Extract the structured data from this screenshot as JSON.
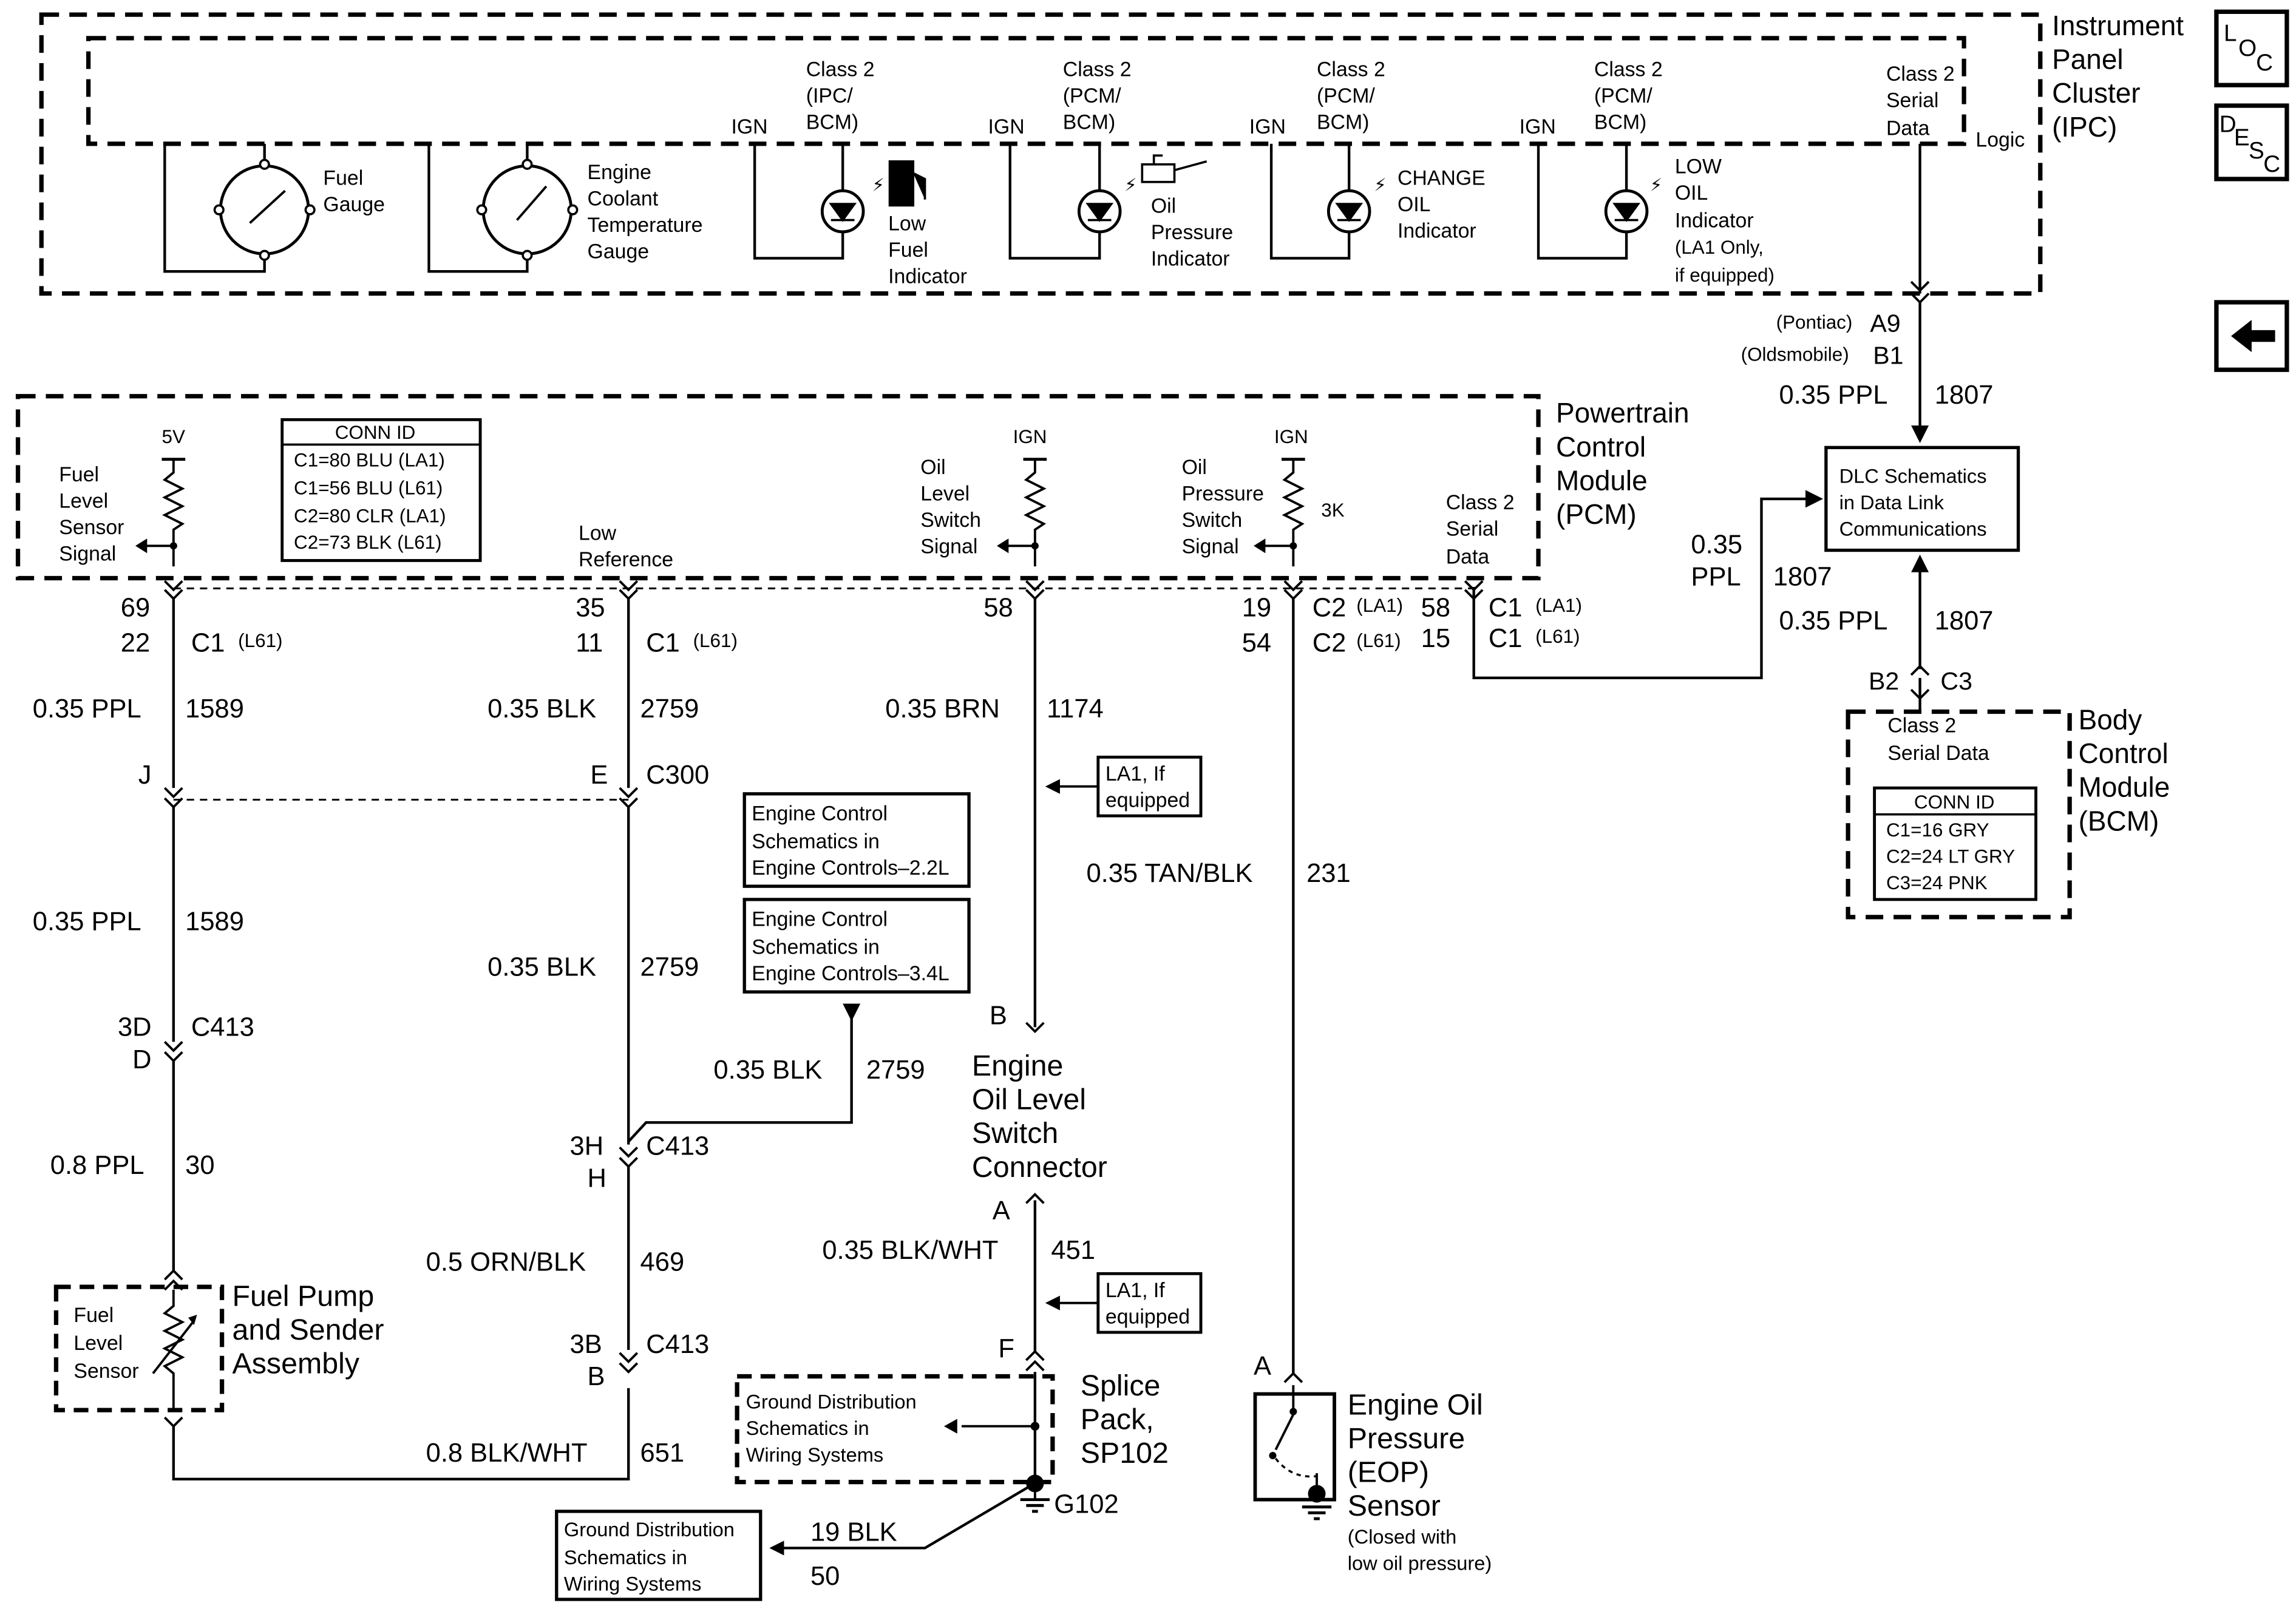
{
  "nav": {
    "loc_top": "L",
    "loc_sub": "O",
    "loc_sub2": "C",
    "desc_top": "D",
    "desc_sub": "E",
    "desc_sub2": "S",
    "desc_sub3": "C",
    "back_icon": "left-arrow-icon"
  },
  "ipc": {
    "title": [
      "Instrument",
      "Panel",
      "Cluster",
      "(IPC)"
    ],
    "fuel_gauge": [
      "Fuel",
      "Gauge"
    ],
    "coolant_gauge": [
      "Engine",
      "Coolant",
      "Temperature",
      "Gauge"
    ],
    "ign": "IGN",
    "low_fuel_class": [
      "Class 2",
      "(IPC/",
      "BCM)"
    ],
    "low_fuel": [
      "Low",
      "Fuel",
      "Indicator"
    ],
    "oil_press_class": [
      "Class 2",
      "(PCM/",
      "BCM)"
    ],
    "oil_press": [
      "Oil",
      "Pressure",
      "Indicator"
    ],
    "change_oil_class": [
      "Class 2",
      "(PCM/",
      "BCM)"
    ],
    "change_oil": [
      "CHANGE",
      "OIL",
      "Indicator"
    ],
    "low_oil_class": [
      "Class 2",
      "(PCM/",
      "BCM)"
    ],
    "low_oil": [
      "LOW",
      "OIL",
      "Indicator",
      "(LA1 Only,",
      "if equipped)"
    ],
    "serial": [
      "Class 2",
      "Serial",
      "Data"
    ],
    "logic": "Logic"
  },
  "ipc_connector": {
    "pontiac": "(Pontiac)",
    "pontiac_pin": "A9",
    "olds": "(Oldsmobile)",
    "olds_pin": "B1",
    "wire": "0.35 PPL",
    "circuit": "1807"
  },
  "dlc": {
    "label": [
      "DLC Schematics",
      "in Data Link",
      "Communications"
    ],
    "left_wire": [
      "0.35",
      "PPL"
    ],
    "left_circuit": "1807",
    "bottom_wire": "0.35 PPL",
    "bottom_circuit": "1807"
  },
  "bcm": {
    "title": [
      "Body",
      "Control",
      "Module",
      "(BCM)"
    ],
    "pin_b2": "B2",
    "pin_c3": "C3",
    "serial": [
      "Class 2",
      "Serial Data"
    ],
    "conn_id_title": "CONN ID",
    "conn_ids": [
      "C1=16 GRY",
      "C2=24 LT GRY",
      "C3=24 PNK"
    ]
  },
  "pcm": {
    "title": [
      "Powertrain",
      "Control",
      "Module",
      "(PCM)"
    ],
    "conn_id_title": "CONN ID",
    "conn_ids": [
      "C1=80 BLU (LA1)",
      "C1=56 BLU (L61)",
      "C2=80 CLR (LA1)",
      "C2=73 BLK (L61)"
    ],
    "v5": "5V",
    "fuel_signal": [
      "Fuel",
      "Level",
      "Sensor",
      "Signal"
    ],
    "low_ref": [
      "Low",
      "Reference"
    ],
    "ign": "IGN",
    "oil_level_signal": [
      "Oil",
      "Level",
      "Switch",
      "Signal"
    ],
    "oil_press_signal": [
      "Oil",
      "Pressure",
      "Switch",
      "Signal"
    ],
    "k3": "3K",
    "serial": [
      "Class 2",
      "Serial",
      "Data"
    ]
  },
  "pins": {
    "fuel_a": "69",
    "fuel_b": "22",
    "lowref_a": "35",
    "lowref_b": "11",
    "c1": "C1",
    "l61": "(L61)",
    "la1": "(LA1)",
    "oil_level": "58",
    "oil_press_a": "19",
    "oil_press_b": "54",
    "c2": "C2",
    "serial_a": "58",
    "serial_b": "15"
  },
  "wires": {
    "ppl_1589": "0.35 PPL",
    "c_1589": "1589",
    "blk_2759": "0.35 BLK",
    "c_2759": "2759",
    "brn": "0.35 BRN",
    "c_1174": "1174",
    "tanblk": "0.35 TAN/BLK",
    "c_231": "231",
    "ppl30": "0.8 PPL",
    "c_30": "30",
    "orn": "0.5 ORN/BLK",
    "c_469": "469",
    "blkwht651": "0.8 BLK/WHT",
    "c_651": "651",
    "blkwht451": "0.35 BLK/WHT",
    "c_451": "451",
    "blk19": "19 BLK",
    "c_50": "50"
  },
  "connectors": {
    "j": "J",
    "e": "E",
    "c300": "C300",
    "d3": "3D",
    "d": "D",
    "c413": "C413",
    "h3": "3H",
    "h": "H",
    "b3": "3B",
    "b": "B",
    "pin_b": "B",
    "pin_a": "A",
    "pin_f": "F",
    "pin_a_eop": "A"
  },
  "refs": {
    "la1_if": [
      "LA1, If",
      "equipped"
    ],
    "engine_22": [
      "Engine Control",
      "Schematics in",
      "Engine Controls–2.2L"
    ],
    "engine_34": [
      "Engine Control",
      "Schematics in",
      "Engine Controls–3.4L"
    ],
    "ground_dist": [
      "Ground Distribution",
      "Schematics in",
      "Wiring Systems"
    ]
  },
  "components": {
    "eol_switch": [
      "Engine",
      "Oil Level",
      "Switch",
      "Connector"
    ],
    "fuel_sensor": [
      "Fuel",
      "Level",
      "Sensor"
    ],
    "fuel_pump": [
      "Fuel Pump",
      "and Sender",
      "Assembly"
    ],
    "splice": [
      "Splice",
      "Pack,",
      "SP102"
    ],
    "g102": "G102",
    "eop": [
      "Engine Oil",
      "Pressure",
      "(EOP)",
      "Sensor"
    ],
    "eop_note": [
      "(Closed with",
      "low oil pressure)"
    ]
  }
}
